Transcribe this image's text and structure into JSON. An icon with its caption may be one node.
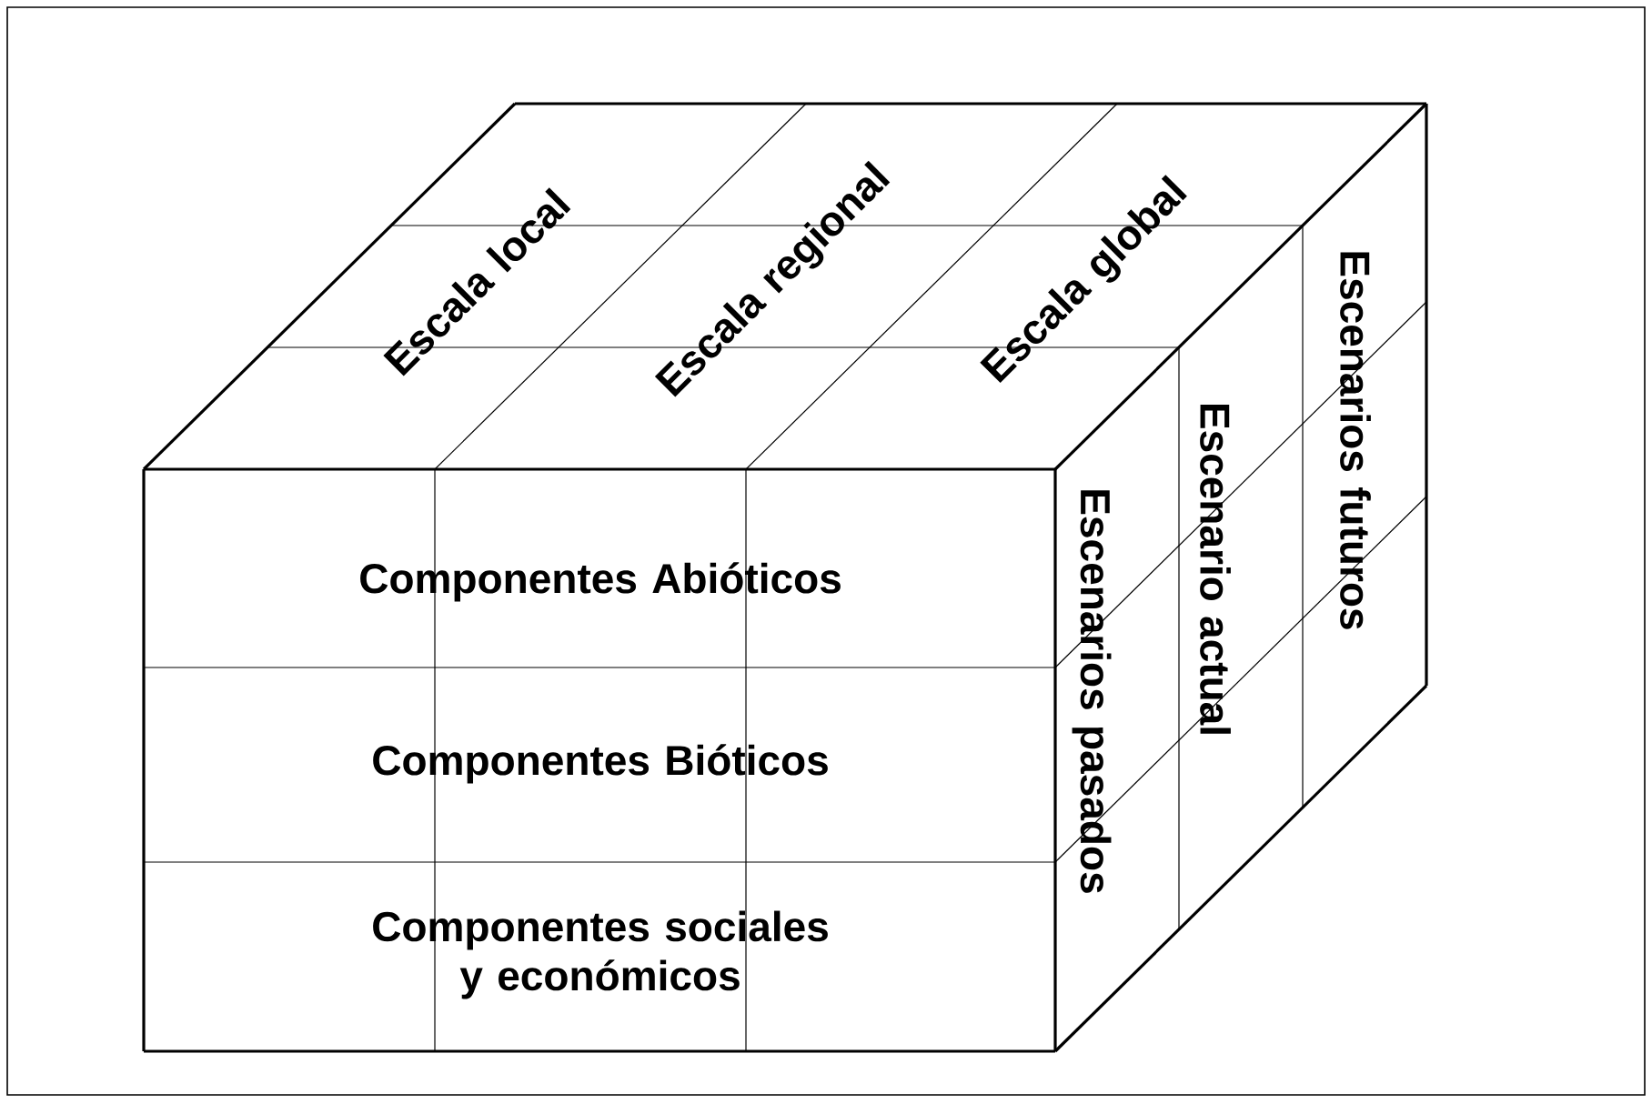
{
  "diagram": {
    "labels": [
      "Escala local",
      "Escala regional",
      "Escala global",
      "Escenarios futuros",
      "Escenario actual",
      "Componentes Abióticos",
      "Escenarios pasados",
      "Componentes Bióticos",
      "Componentes sociales y económicos"
    ]
  }
}
